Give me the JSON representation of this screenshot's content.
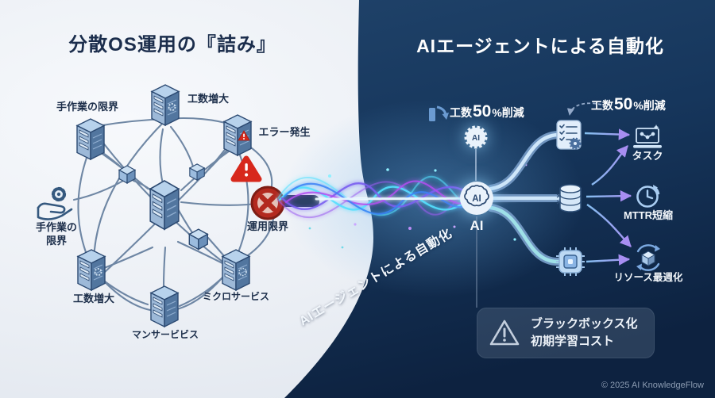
{
  "colors": {
    "light_bg": "#eef2f6",
    "dark_bg": "#16365c",
    "accent_cyan": "#54e0ff",
    "accent_purple": "#9a5cf0",
    "alert_red": "#d7281c",
    "node_blue": "#5d7899"
  },
  "left": {
    "title": "分散OS運用の『詰み』",
    "labels": {
      "manual_limit_top": "手作業の限界",
      "workload_top": "工数増大",
      "error": "エラー発生",
      "operation_limit": "運用限界",
      "manual_limit_line1": "手作業の",
      "manual_limit_line2": "限界",
      "workload_bottom": "工数増大",
      "microservice": "ミクロサービス",
      "manservice": "マンサービビス"
    }
  },
  "middle": {
    "diagonal_label": "AIエージェントによる自動化"
  },
  "right": {
    "title": "AIエージェントによる自動化",
    "metric_left": {
      "prefix": "工数",
      "value": "50",
      "suffix": "%削減"
    },
    "metric_right": {
      "prefix": "工数",
      "value": "50",
      "suffix": "%削減"
    },
    "ai_badge": "AI",
    "ai_core": "AI",
    "ai_caption": "AI",
    "outcomes": {
      "task": "タスク",
      "mttr": "MTTR短縮",
      "resource": "リソース最週化"
    },
    "warning": {
      "line1": "ブラックボックス化",
      "line2": "初期学習コスト"
    },
    "footer": "© 2025 AI KnowledgeFlow"
  },
  "icons": {
    "gear": "⚙",
    "warning": "!",
    "prohibition": "⊗"
  }
}
